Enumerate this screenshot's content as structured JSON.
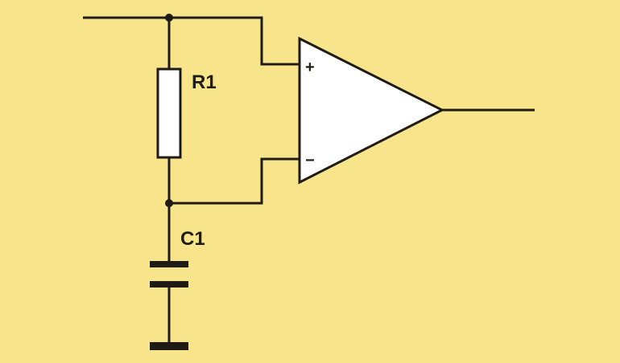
{
  "diagram": {
    "type": "circuit-schematic",
    "colors": {
      "background": "#f8e48a",
      "line": "#1e1c14",
      "component_fill": "#ffffff"
    },
    "components": {
      "resistor": {
        "label": "R1"
      },
      "capacitor": {
        "label": "C1"
      },
      "opamp": {
        "non_inverting_sign": "+",
        "inverting_sign": "−"
      }
    }
  }
}
